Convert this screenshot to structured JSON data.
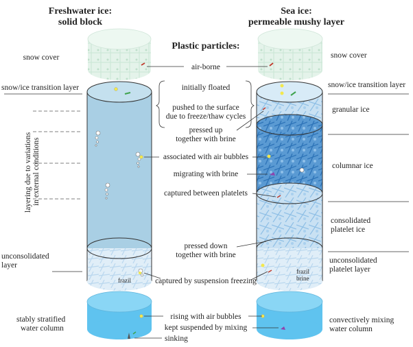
{
  "colors": {
    "freshwater_ice": "#a9cfe4",
    "sea_ice": "#bcd9ef",
    "sea_ice_dark": "#3f86c6",
    "water": "#5fc3ef",
    "snow": "#dcefe4",
    "particle_yellow": "#f3e84d",
    "particle_red": "#c0392b",
    "particle_green": "#3fa34d",
    "particle_purple": "#8e44ad"
  },
  "headers": {
    "freshwater_title": "Freshwater ice:",
    "freshwater_subtitle": "solid block",
    "sea_title": "Sea ice:",
    "sea_subtitle": "permeable mushy layer",
    "plastic_title": "Plastic particles:"
  },
  "left_labels": {
    "snow_cover": "snow cover",
    "transition": "snow/ice transition layer",
    "layering_1": "layering due to variations",
    "layering_2": "in external conditions",
    "unconsolidated_1": "unconsolidated",
    "unconsolidated_2": "layer",
    "frazil": "frazil",
    "stably_1": "stably stratified",
    "stably_2": "water column"
  },
  "center_labels": {
    "air_borne": "air-borne",
    "initially_floated": "initially floated",
    "pushed_1": "pushed to the surface",
    "pushed_2": "due to freeze/thaw cycles",
    "pressed_up_1": "pressed up",
    "pressed_up_2": "together with brine",
    "air_bubbles": "associated with air bubbles",
    "migrating": "migrating with brine",
    "captured_platelets": "captured between platelets",
    "pressed_down_1": "pressed down",
    "pressed_down_2": "together with brine",
    "captured_suspension": "captured by suspension freezing",
    "rising": "rising with air bubbles",
    "kept": "kept suspended by mixing",
    "sinking": "sinking"
  },
  "right_labels": {
    "snow_cover": "snow cover",
    "transition": "snow/ice transition layer",
    "granular": "granular ice",
    "columnar": "columnar ice",
    "consolidated_1": "consolidated",
    "consolidated_2": "platelet ice",
    "unconsolidated_1": "unconsolidated",
    "unconsolidated_2": "platelet layer",
    "frazil": "frazil",
    "brine": "brine",
    "convective_1": "convectively mixing",
    "convective_2": "water column"
  }
}
